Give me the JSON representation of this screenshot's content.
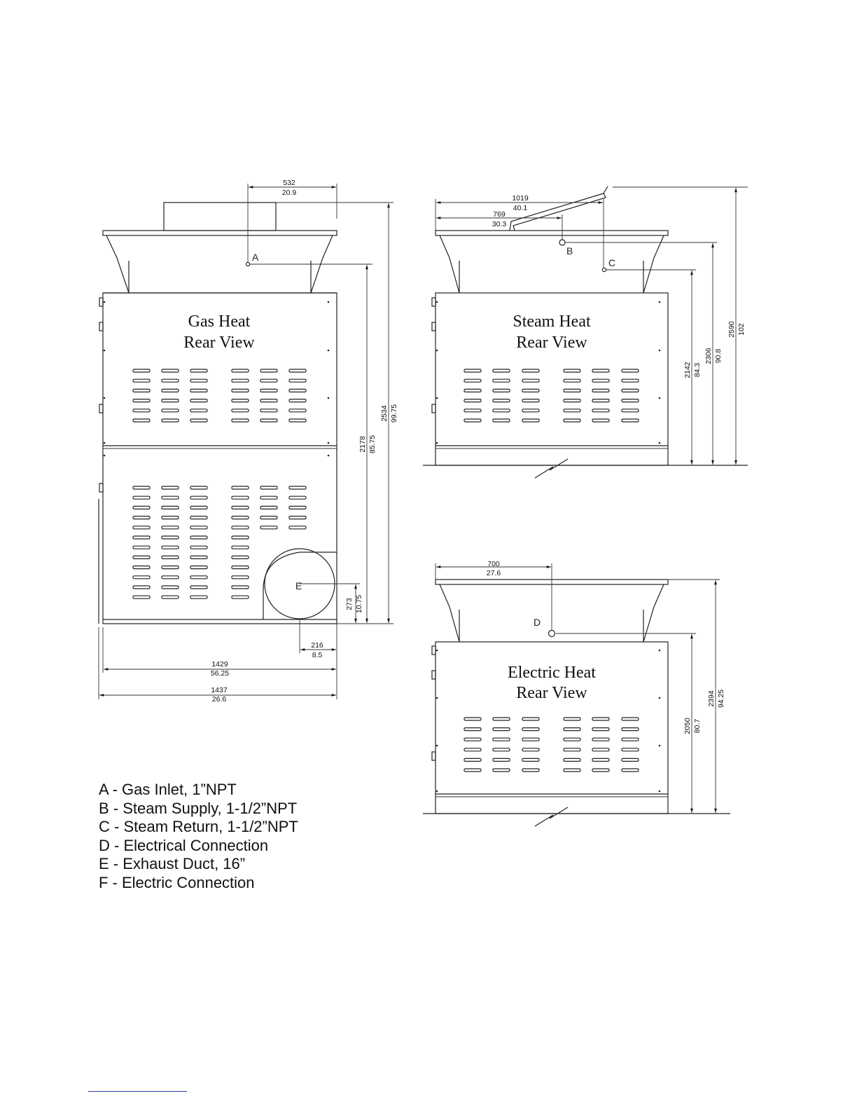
{
  "views": {
    "gas": {
      "title_line1": "Gas Heat",
      "title_line2": "Rear View"
    },
    "steam": {
      "title_line1": "Steam Heat",
      "title_line2": "Rear View"
    },
    "electric": {
      "title_line1": "Electric Heat",
      "title_line2": "Rear View"
    }
  },
  "points": {
    "a": "A",
    "b": "B",
    "c": "C",
    "d": "D",
    "e": "E"
  },
  "dims": {
    "gas_top_mm": "532",
    "gas_top_in": "20.9",
    "gas_2534_mm": "2534",
    "gas_2534_in": "99.75",
    "gas_2178_mm": "2178",
    "gas_2178_in": "85.75",
    "gas_273_mm": "273",
    "gas_273_in": "10.75",
    "gas_216_mm": "216",
    "gas_216_in": "8.5",
    "gas_1429_mm": "1429",
    "gas_1429_in": "56.25",
    "gas_1437_mm": "1437",
    "gas_1437_in": "26.6",
    "steam_1019_mm": "1019",
    "steam_1019_in": "40.1",
    "steam_769_mm": "769",
    "steam_769_in": "30.3",
    "steam_2142_mm": "2142",
    "steam_2142_in": "84.3",
    "steam_2306_mm": "2306",
    "steam_2306_in": "90.8",
    "steam_2590_mm": "2590",
    "steam_2590_in": "102",
    "elec_700_mm": "700",
    "elec_700_in": "27.6",
    "elec_2050_mm": "2050",
    "elec_2050_in": "80.7",
    "elec_2394_mm": "2394",
    "elec_2394_in": "94.25"
  },
  "legend": [
    "A - Gas Inlet, 1”NPT",
    "B - Steam Supply, 1-1/2”NPT",
    "C - Steam Return, 1-1/2”NPT",
    "D - Electrical Connection",
    "E - Exhaust Duct, 16”",
    "F - Electric Connection"
  ]
}
